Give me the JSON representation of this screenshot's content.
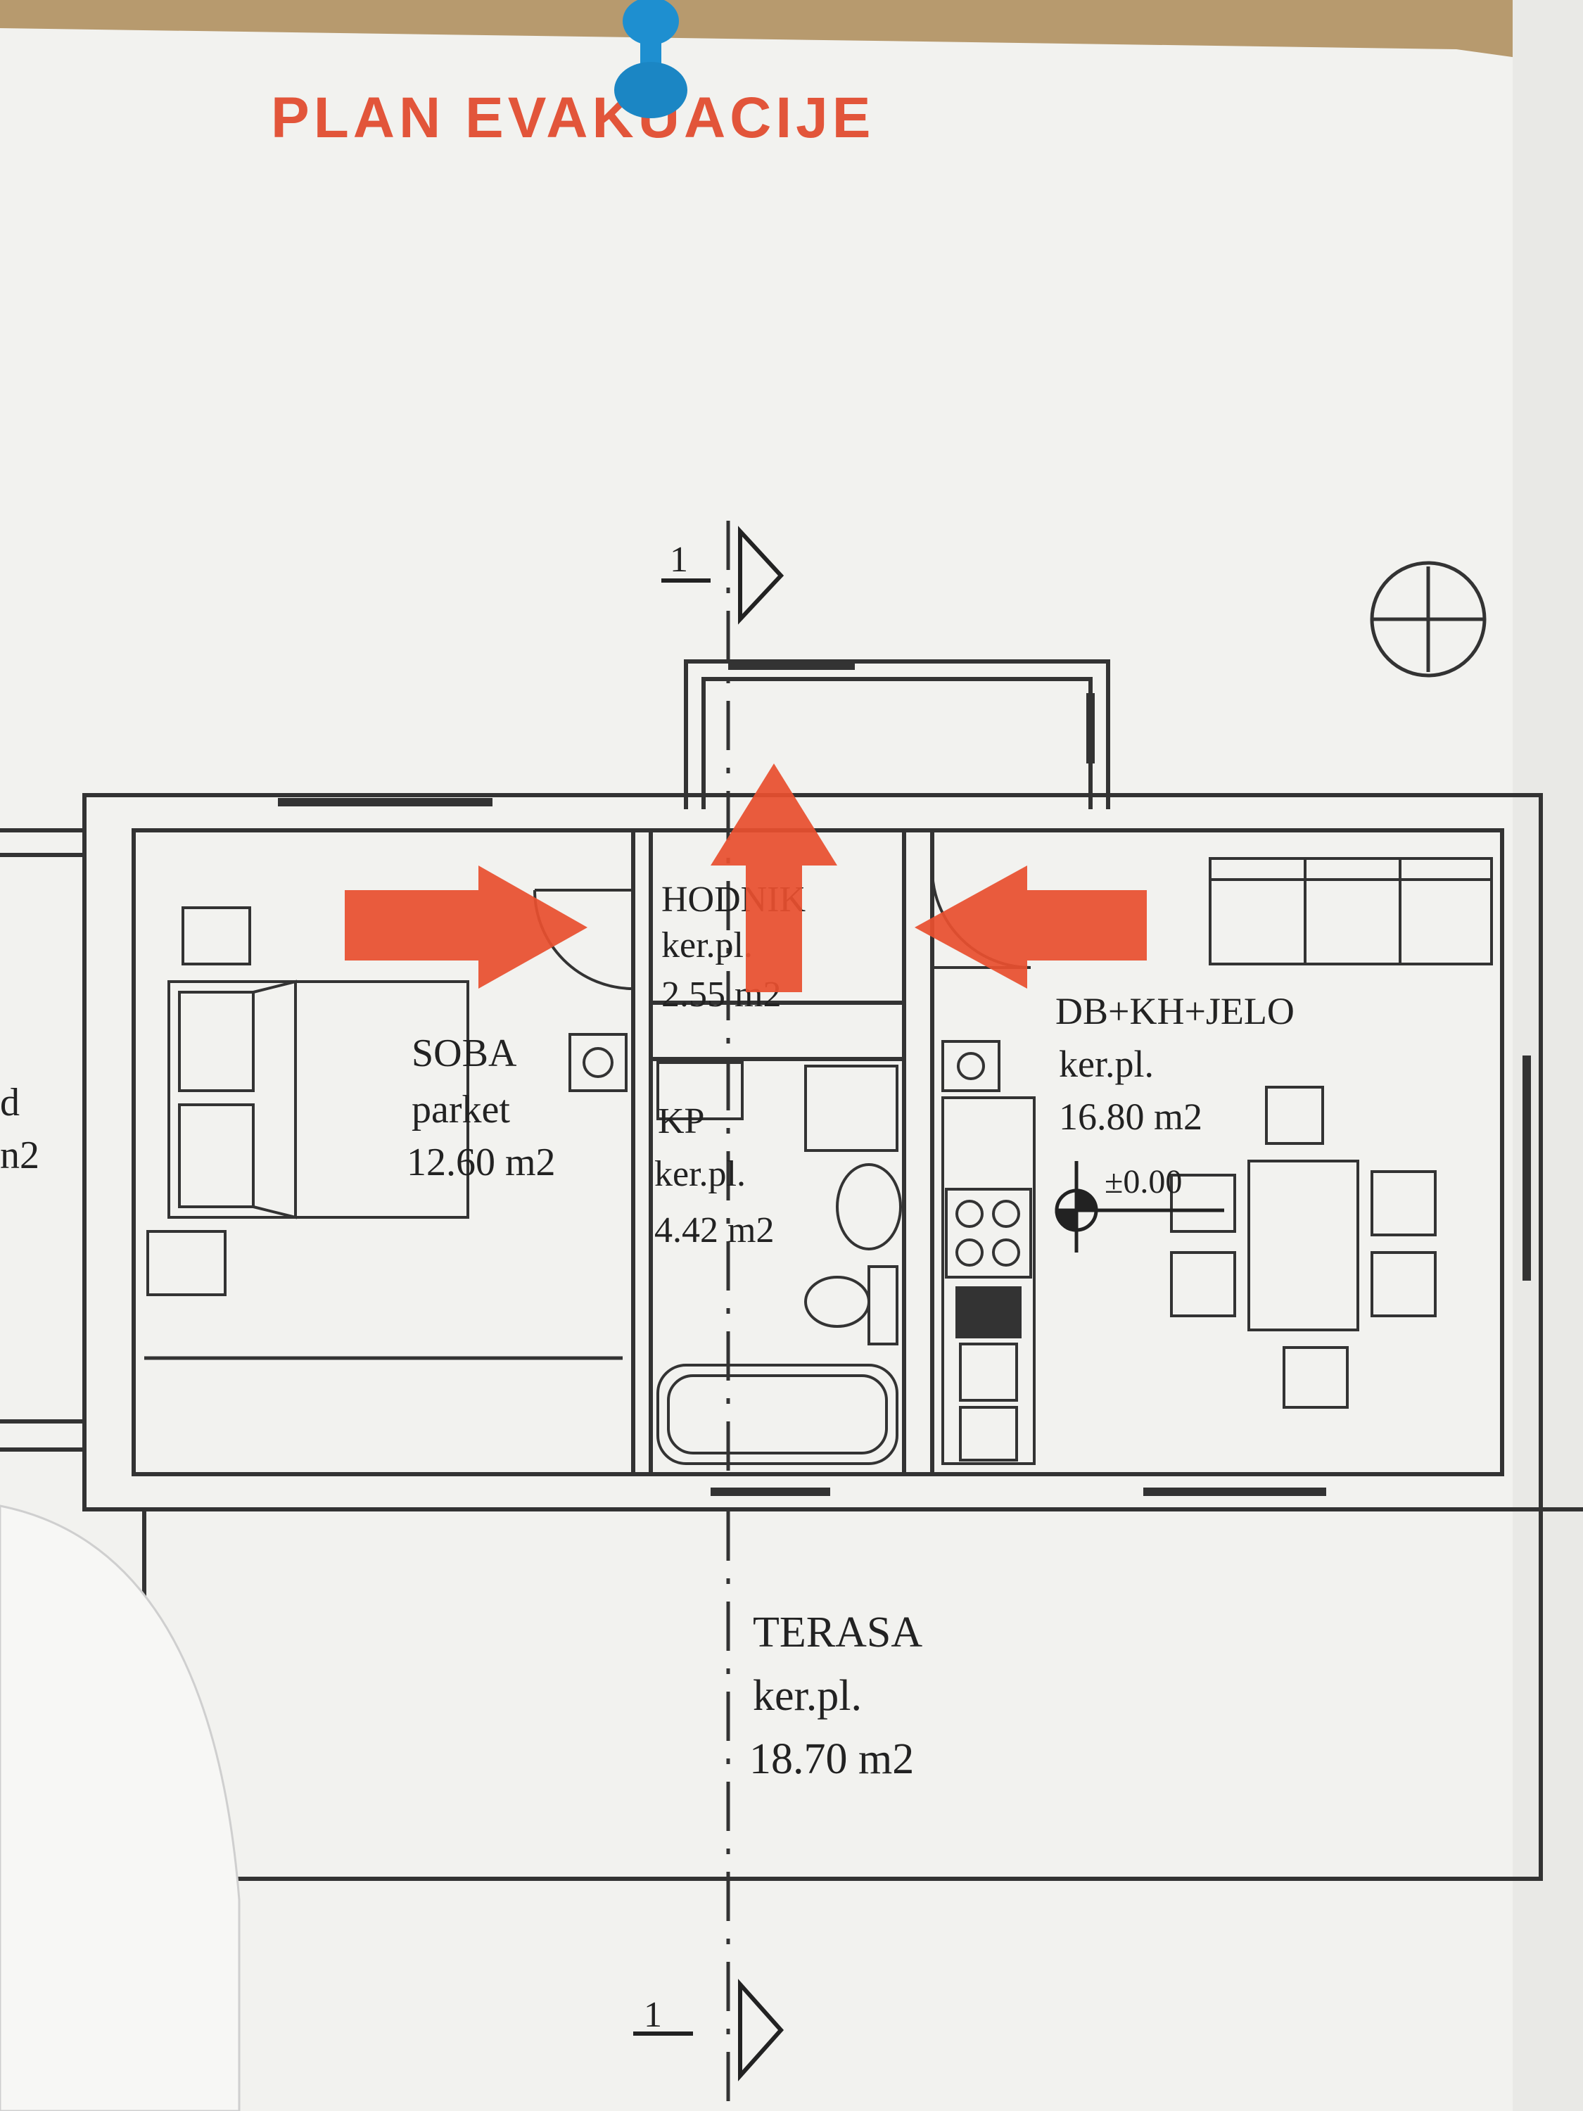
{
  "title": "PLAN EVAKUACIJE",
  "colors": {
    "title": "#e2553a",
    "arrow": "#e8502f",
    "pin": "#1e8fd0",
    "paper": "#f4f4f2",
    "line": "#333333",
    "cork": "#b79a6e"
  },
  "section_marker": {
    "label": "1"
  },
  "rooms": {
    "hodnik": {
      "name": "HODNIK",
      "floor": "ker.pl.",
      "area": "2.55 m2"
    },
    "soba": {
      "name": "SOBA",
      "floor": "parket",
      "area": "12.60 m2"
    },
    "kp": {
      "name": "KP",
      "floor": "ker.pl.",
      "area": "4.42 m2"
    },
    "db": {
      "name": "DB+KH+JELO",
      "floor": "ker.pl.",
      "area": "16.80 m2",
      "level": "±0.00"
    },
    "terasa": {
      "name": "TERASA",
      "floor": "ker.pl.",
      "area": "18.70 m2"
    }
  },
  "left_cut": {
    "line1": "d",
    "line2": "n2"
  },
  "icons": [
    "push-pin-icon",
    "north-arrow-icon",
    "evacuation-arrow-icon",
    "section-marker-icon",
    "level-marker-icon"
  ]
}
